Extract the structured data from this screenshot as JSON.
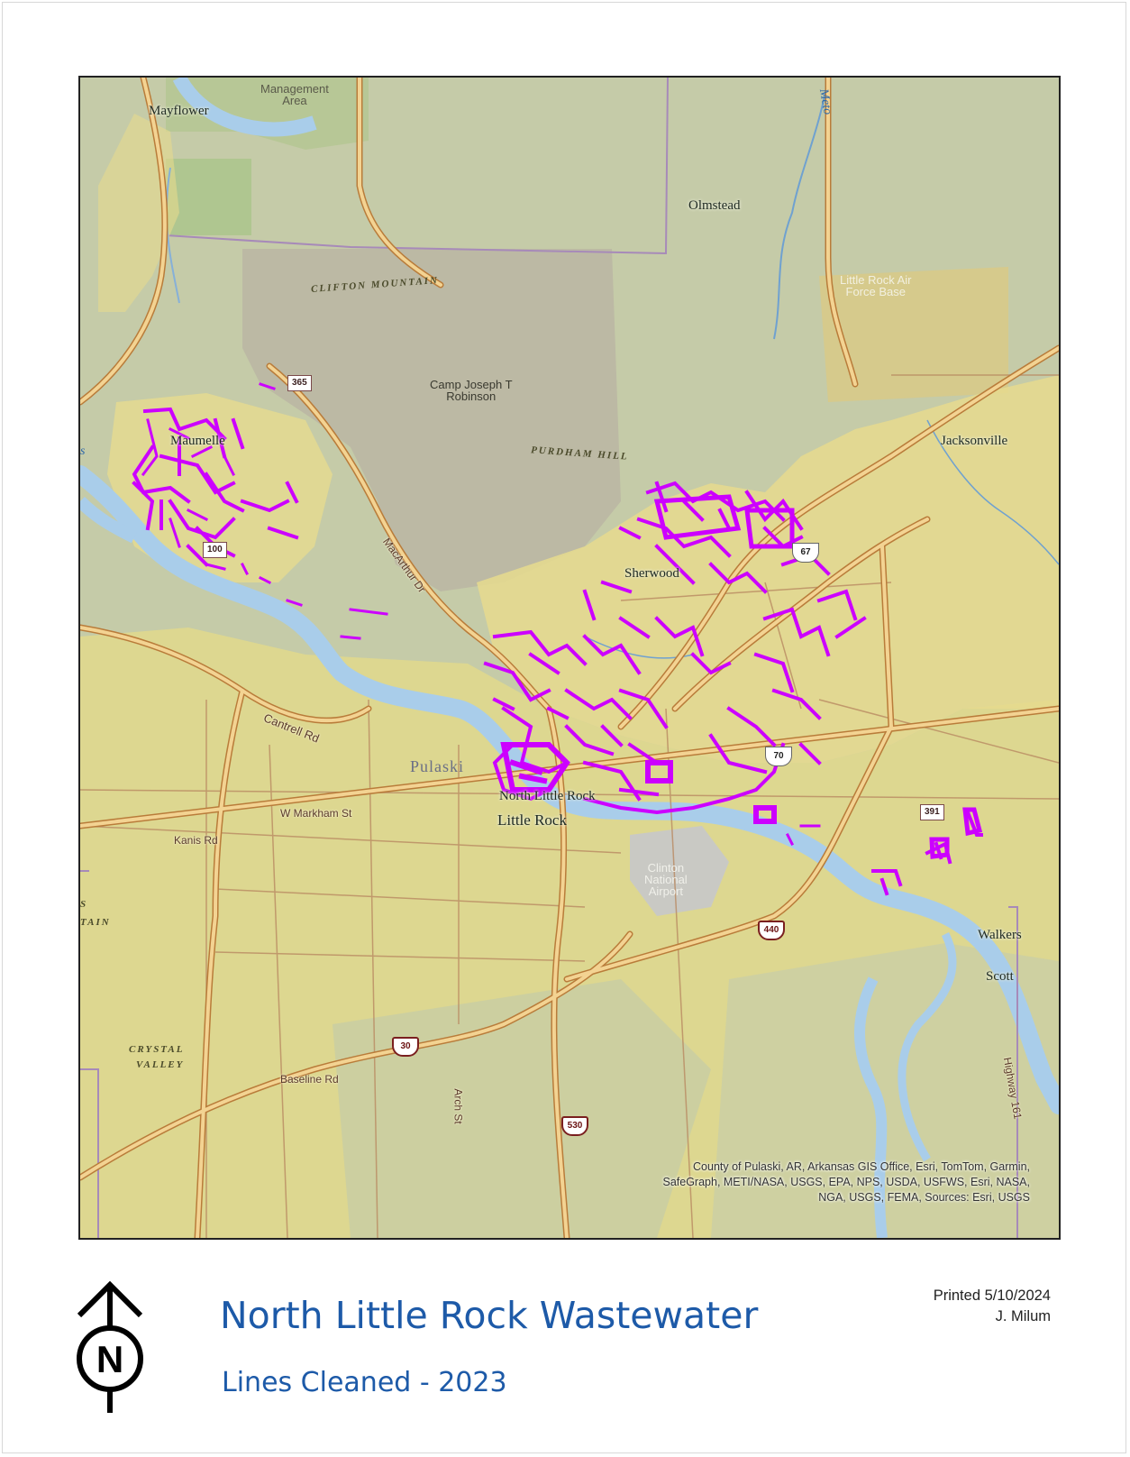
{
  "title": "North Little Rock Wastewater",
  "subtitle": "Lines Cleaned - 2023",
  "printed": {
    "date_line": "Printed 5/10/2024",
    "author": "J. Milum"
  },
  "north_arrow": {
    "letter": "N",
    "icon": "north-arrow-icon"
  },
  "attribution": {
    "line1": "County of Pulaski, AR, Arkansas GIS Office, Esri, TomTom, Garmin,",
    "line2": "SafeGraph, METI/NASA, USGS, EPA, NPS, USDA, USFWS, Esri, NASA,",
    "line3": "NGA, USGS, FEMA, Sources: Esri, USGS"
  },
  "colors": {
    "cleaned_lines": "#cc00ff",
    "water": "#a9cdea",
    "urban": "#e8dd8f",
    "forest": "#c5cba8",
    "military": "#bcb9a4",
    "roads": "#e3a85a",
    "title_blue": "#1d5aa8"
  },
  "labels": {
    "places": {
      "mayflower": "Mayflower",
      "olmstead": "Olmstead",
      "maumelle": "Maumelle",
      "sherwood": "Sherwood",
      "jacksonville": "Jacksonville",
      "north_little_rock": "North Little Rock",
      "little_rock": "Little Rock",
      "walkers": "Walkers",
      "scott": "Scott"
    },
    "areas": {
      "management_area_1": "Management",
      "management_area_2": "Area",
      "camp_robinson_1": "Camp Joseph T",
      "camp_robinson_2": "Robinson",
      "air_force_base_1": "Little Rock Air",
      "air_force_base_2": "Force Base",
      "airport_1": "Clinton",
      "airport_2": "National",
      "airport_3": "Airport"
    },
    "terrain": {
      "clifton_mountain": "CLIFTON MOUNTAIN",
      "purdham_hill": "PURDHAM HILL",
      "crystal_valley_1": "CRYSTAL",
      "crystal_valley_2": "VALLEY",
      "edge_s": "S",
      "edge_tain": "TAIN"
    },
    "county": "Pulaski",
    "water": {
      "bayou_meto": "Meto",
      "edge_s": "s"
    },
    "roads": {
      "macarthur": "MacArthur Dr",
      "cantrell": "Cantrell Rd",
      "markham": "W Markham St",
      "kanis": "Kanis Rd",
      "baseline": "Baseline Rd",
      "arch": "Arch St",
      "highway161": "Highway 161"
    },
    "shields": {
      "s365": "365",
      "s100": "100",
      "s391": "391",
      "us67": "67",
      "us70": "70",
      "i30": "30",
      "i440": "440",
      "i530": "530"
    }
  }
}
